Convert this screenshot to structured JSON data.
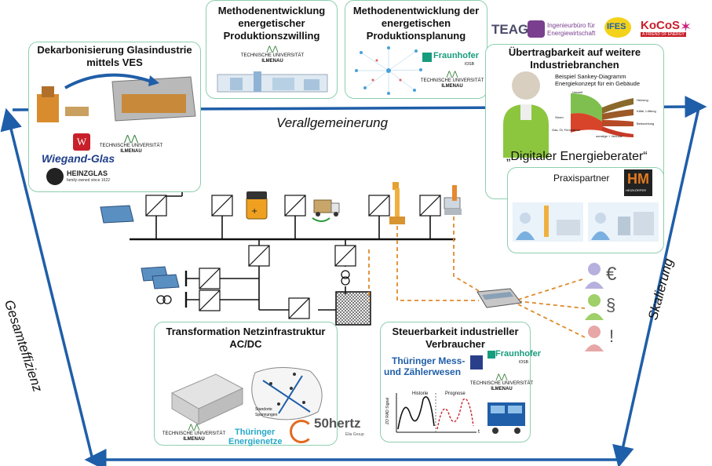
{
  "colors": {
    "arrow_blue": "#1f5ea8",
    "box_border": "#8dcfae",
    "dashed_orange": "#e08a2c",
    "green_person": "#8cc63f",
    "pink_person": "#e7a7a7"
  },
  "directions": {
    "top": "Verallgemeinerung",
    "left": "Gesamteffizienz",
    "right": "Skalierung"
  },
  "box_glas": {
    "title": "Dekarbonisierung Glasindustrie mittels VES",
    "title_line1": "Dekarbonisierung Glasindustrie",
    "title_line2": "mittels VES",
    "wiegand": "Wiegand-Glas",
    "heinz": "HEINZGLAS",
    "heinz_sub": "family-owned since 1622"
  },
  "box_zwilling": {
    "title_line1": "Methodenentwicklung",
    "title_line2": "energetischer",
    "title_line3": "Produktionszwilling"
  },
  "box_planung": {
    "title_line1": "Methodenentwicklung der",
    "title_line2": "energetischen",
    "title_line3": "Produktionsplanung",
    "fraunhofer": "Fraunhofer",
    "fraunhofer_sub": "IOSB"
  },
  "tu": {
    "line1": "TECHNISCHE UNIVERSITÄT",
    "line2": "ILMENAU"
  },
  "logos": {
    "teag": "TEAG",
    "ib_line1": "Ingenieurbüro für",
    "ib_line2": "Energiewirtschaft",
    "ifes": "IFES",
    "kocos": "KoCoS",
    "kocos_sub": "A FRIEND OF ENERGY"
  },
  "box_uebertrag": {
    "title_line1": "Übertragbarkeit auf weitere",
    "title_line2": "Industriebranchen",
    "sankey_line1": "Beispiel Sankey-Diagramm",
    "sankey_line2": "Energiekonzept für ein Gebäude",
    "sankey_labels": [
      "Umwelt",
      "Strom",
      "Gas, Öl, Fernwärme",
      "Heizung",
      "Kälte, Lüftung",
      "Beleuchtung",
      "sonstige + Verluste"
    ],
    "berater": "„Digitaler Energieberater“",
    "praxis": "Praxispartner",
    "hm": "HM",
    "hm_sub": "HEIZKÖRPER"
  },
  "box_netz": {
    "title_line1": "Transformation Netzinfrastruktur",
    "title_line2": "AC/DC",
    "thueringer_line1": "Thüringer",
    "thueringer_line2": "Energienetze",
    "hertz": "50hertz",
    "elia": "Elia Group",
    "map_legend_line1": "Standorte",
    "map_legend_line2": "Spannungen"
  },
  "box_steuer": {
    "title_line1": "Steuerbarkeit industrieller",
    "title_line2": "Verbraucher",
    "tmz_line1": "Thüringer Mess-",
    "tmz_line2": "und Zählerwesen",
    "fraunhofer": "Fraunhofer",
    "fraunhofer_sub": "IOSB",
    "historie": "Historie",
    "prognose": "Prognose",
    "y_label": "ZO RAD Signal",
    "t_label": "t"
  },
  "symbols": {
    "euro": "€",
    "paragraph": "§",
    "excl": "!"
  }
}
